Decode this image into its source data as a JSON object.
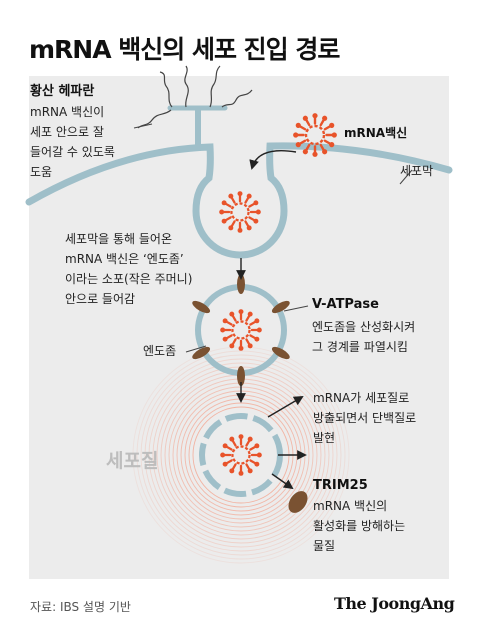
{
  "title": "mRNA 백신의 세포 진입 경로",
  "heparan": {
    "heading": "황산 헤파란",
    "lines": [
      "mRNA 백신이",
      "세포 안으로 잘",
      "들어갈 수 있도록",
      "도움"
    ]
  },
  "mrna_vaccine_label": "mRNA백신",
  "membrane_label": "세포막",
  "endocytosis": {
    "lines": [
      "세포막을 통해 들어온",
      "mRNA 백신은 ‘엔도좀’",
      "이라는 소포(작은 주머니)",
      "안으로 들어감"
    ]
  },
  "endosome_label": "엔도좀",
  "vatpase": {
    "heading": "V-ATPase",
    "lines": [
      "엔도좀을 산성화시켜",
      "그 경계를 파열시킴"
    ]
  },
  "release": {
    "lines": [
      "mRNA가 세포질로",
      "방출되면서 단백질로",
      "발현"
    ]
  },
  "trim25": {
    "heading": "TRIM25",
    "lines": [
      "mRNA 백신의",
      "활성화를 방해하는",
      "물질"
    ]
  },
  "cytoplasm_label": "세포질",
  "source": "자료: IBS 설명 기반",
  "brand": "The JoongAng",
  "colors": {
    "membrane": "#9fbfc9",
    "virus": "#e8532a",
    "protein": "#7a5232",
    "panel": "#ececec",
    "ripple": "#f4a08a"
  }
}
